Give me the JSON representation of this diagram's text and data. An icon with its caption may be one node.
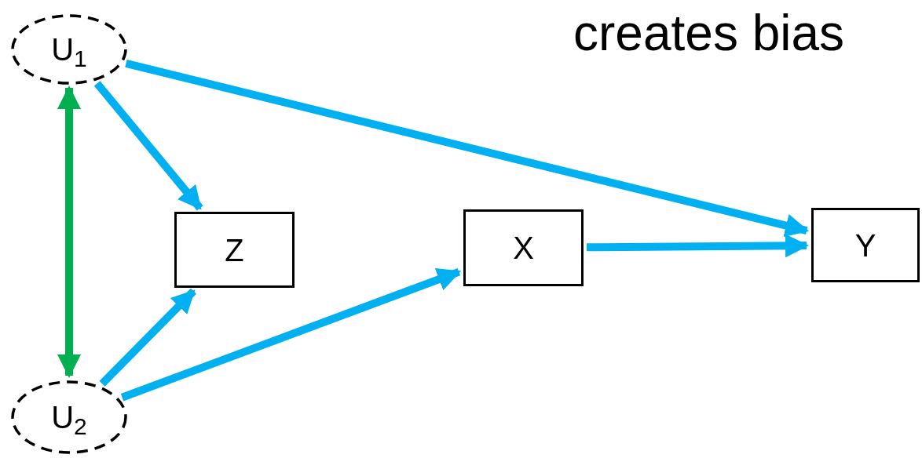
{
  "diagram": {
    "nodes": [
      {
        "text": [
          "U$_{1}$"
        ]
      },
      {
        "text": [
          "Z"
        ]
      },
      {
        "text": [
          "X"
        ]
      },
      {
        "text": [
          "Y"
        ]
      },
      {
        "text": [
          "U$_{2}$"
        ]
      }
    ],
    "edges": [
      {
        "from": 0,
        "to": 1,
        "arrow": "to"
      },
      {
        "from": 0,
        "to": 3,
        "arrow": "to"
      },
      {
        "from": 0,
        "to": 4,
        "arrow": "both",
        "color": "#00b050"
      },
      {
        "from": 4,
        "to": 1,
        "arrow": "to"
      },
      {
        "from": 4,
        "to": 2,
        "arrow": "to"
      },
      {
        "from": 2,
        "to": 3,
        "arrow": "to"
      }
    ],
    "labels": [
      "creates bias"
    ]
  }
}
